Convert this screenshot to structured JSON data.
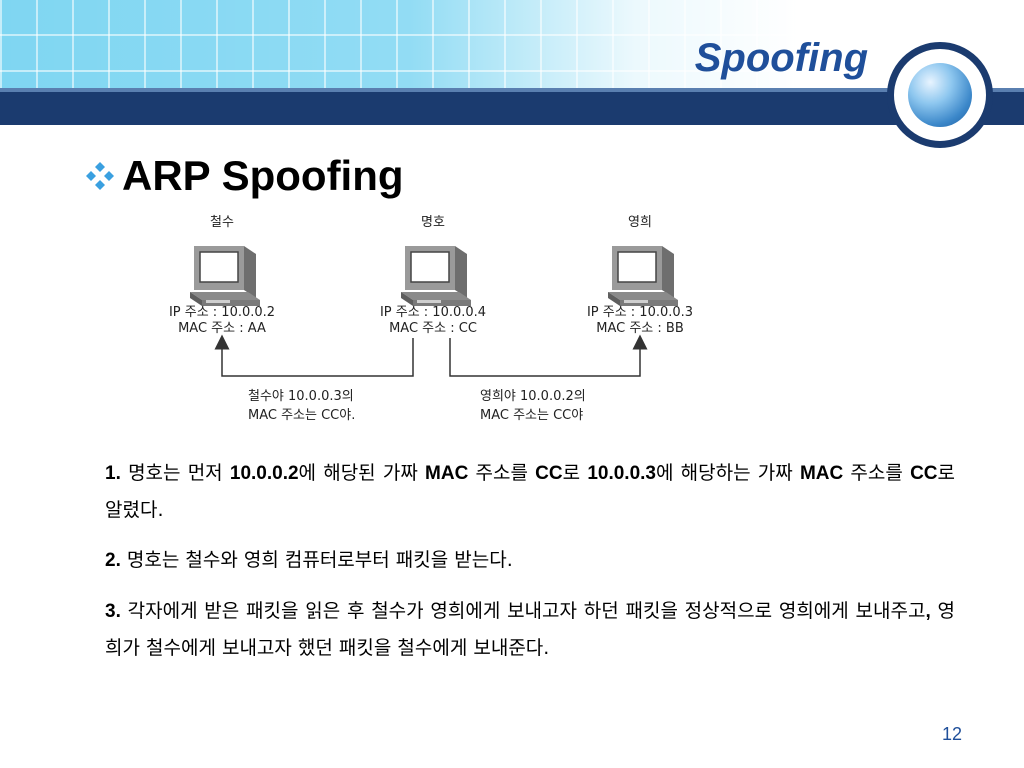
{
  "slide": {
    "title": "Spoofing",
    "heading": "ARP Spoofing",
    "page_number": "12"
  },
  "diagram": {
    "hosts": [
      {
        "name": "철수",
        "ip": "IP 주소 : 10.0.0.2",
        "mac": "MAC 주소 : AA"
      },
      {
        "name": "명호",
        "ip": "IP 주소 : 10.0.0.4",
        "mac": "MAC 주소 : CC"
      },
      {
        "name": "영희",
        "ip": "IP 주소 : 10.0.0.3",
        "mac": "MAC 주소 : BB"
      }
    ],
    "messages": [
      {
        "line1": "철수야 10.0.0.3의",
        "line2": "MAC 주소는 CC야."
      },
      {
        "line1": "영희야 10.0.0.2의",
        "line2": "MAC 주소는 CC야"
      }
    ]
  },
  "paragraphs": {
    "p1": {
      "num": "1.",
      "t1": "명호는 먼저",
      "b1": "10.0.0.2",
      "t2": "에 해당된 가짜",
      "b2": "MAC",
      "t3": "주소를",
      "b3": "CC",
      "t4": "로",
      "b4": "10.0.0.3",
      "t5": "에 해당하는 가짜",
      "b5": "MAC",
      "t6": "주소를",
      "b6": "CC",
      "t7": "로 알렸다."
    },
    "p2": {
      "num": "2.",
      "t1": "명호는 철수와 영희 컴퓨터로부터 패킷을 받는다."
    },
    "p3": {
      "num": "3.",
      "t1": "각자에게 받은 패킷을 읽은 후 철수가 영희에게 보내고자 하던 패킷을 정상적으로 영희에게 보내주고",
      "b1": ",",
      "t2": "영희가 철수에게 보내고자 했던 패킷을 철수에게 보내준다."
    }
  },
  "colors": {
    "title": "#1f4f9a",
    "band": "#1b3b6f",
    "pattern": "#7fd6f2",
    "bullet": "#3aa0e0"
  }
}
